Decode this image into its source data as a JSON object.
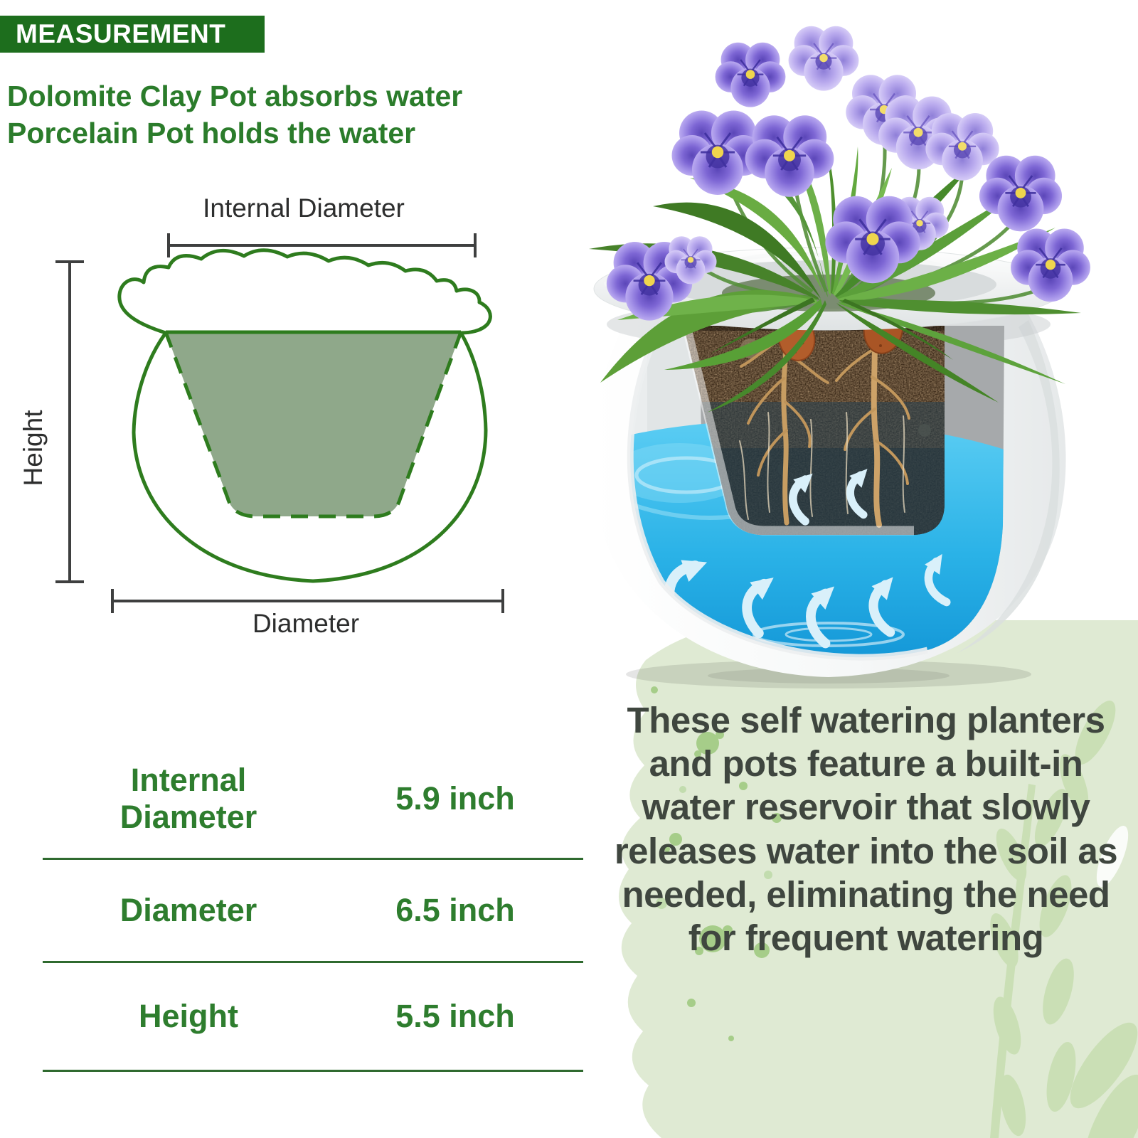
{
  "header": {
    "title": "MEASUREMENT",
    "subtitle_line1": "Dolomite Clay Pot absorbs water",
    "subtitle_line2": "Porcelain Pot holds the water"
  },
  "diagram": {
    "internal_diameter_label": "Internal Diameter",
    "height_label": "Height",
    "diameter_label": "Diameter"
  },
  "table": {
    "rows": [
      {
        "label": "Internal Diameter",
        "value": "5.9 inch"
      },
      {
        "label": "Diameter",
        "value": "6.5 inch"
      },
      {
        "label": "Height",
        "value": "5.5 inch"
      }
    ]
  },
  "description": {
    "text": "These self watering planters and pots feature a built-in water reservoir that slowly releases water into the soil as needed, eliminating the need for frequent watering"
  },
  "colors": {
    "header_green": "#1d6e1d",
    "subtitle_green": "#2b7c2b",
    "table_green": "#2e7d2e",
    "diagram_line_green": "#2e7c1e",
    "sage_fill": "#8fa88a",
    "dimension_gray": "#3e3f3f",
    "paragraph_gray": "#3f463f",
    "watercolor_green": "#dfead3",
    "water_blue": "#29b3e8",
    "flower_purple": "#7d66d4"
  }
}
